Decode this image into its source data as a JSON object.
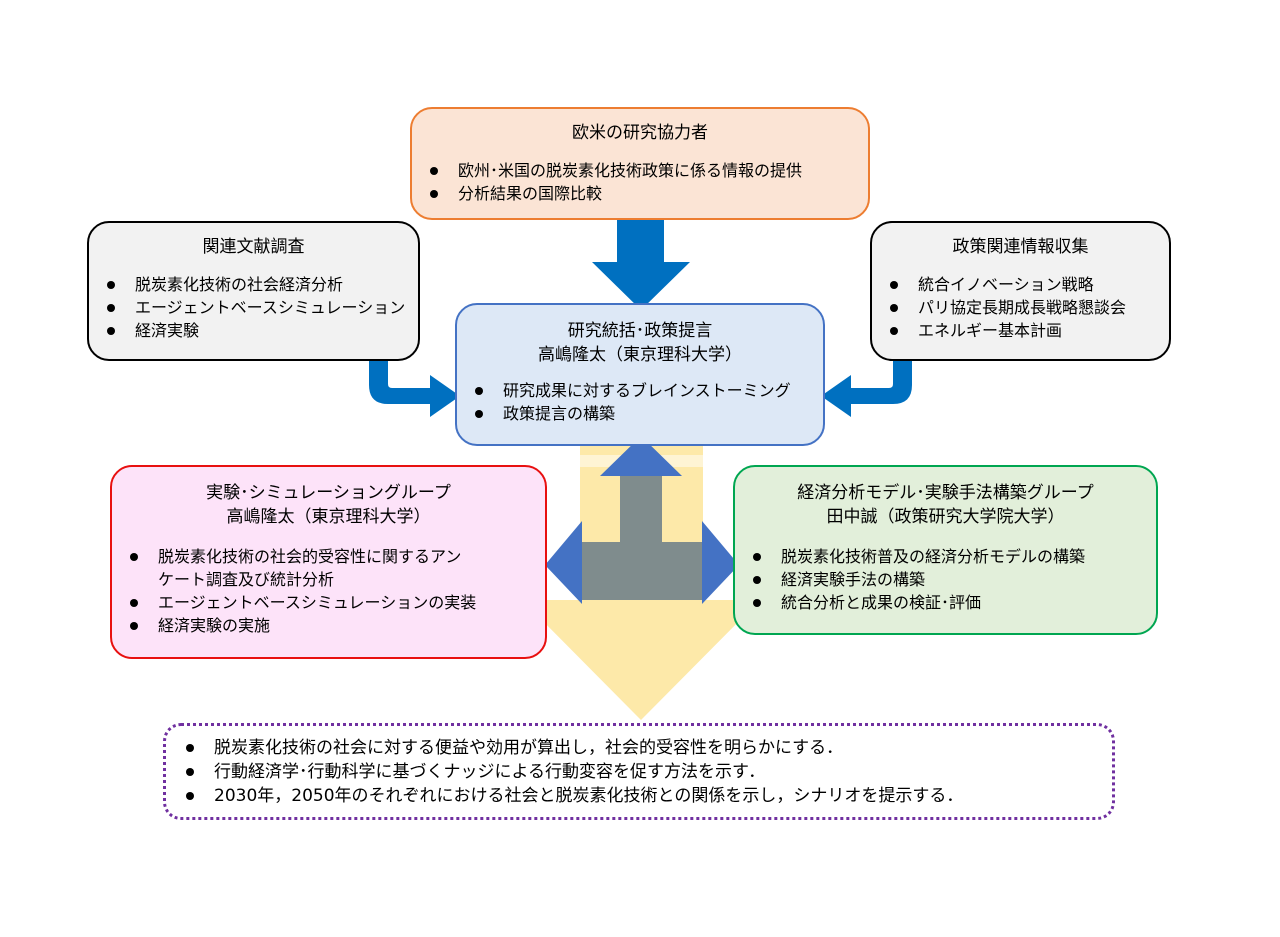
{
  "europe": {
    "title": "欧米の研究協力者",
    "items": [
      "欧州･米国の脱炭素化技術政策に係る情報の提供",
      "分析結果の国際比較"
    ]
  },
  "literature": {
    "title": "関連文献調査",
    "items": [
      "脱炭素化技術の社会経済分析",
      "エージェントベースシミュレーション",
      "経済実験"
    ]
  },
  "policy": {
    "title": "政策関連情報収集",
    "items": [
      "統合イノベーション戦略",
      "パリ協定長期成長戦略懇談会",
      "エネルギー基本計画"
    ]
  },
  "center": {
    "title": "研究統括･政策提言",
    "subtitle": "高嶋隆太（東京理科大学）",
    "items": [
      "研究成果に対するブレインストーミング",
      "政策提言の構築"
    ]
  },
  "experiment": {
    "title": "実験･シミュレーショングループ",
    "subtitle": "高嶋隆太（東京理科大学）",
    "items": [
      "脱炭素化技術の社会的受容性に関するアン\nケート調査及び統計分析",
      "エージェントベースシミュレーションの実装",
      "経済実験の実施"
    ]
  },
  "economics": {
    "title": "経済分析モデル･実験手法構築グループ",
    "subtitle": "田中誠（政策研究大学院大学）",
    "items": [
      "脱炭素化技術普及の経済分析モデルの構築",
      "経済実験手法の構築",
      "統合分析と成果の検証･評価"
    ]
  },
  "goals": {
    "items": [
      "脱炭素化技術の社会に対する便益や効用が算出し，社会的受容性を明らかにする．",
      "行動経済学･行動科学に基づくナッジによる行動変容を促す方法を示す．",
      "2030年，2050年のそれぞれにおける社会と脱炭素化技術との関係を示し，シナリオを提示する．"
    ]
  },
  "colors": {
    "arrow_blue": "#0070c0",
    "arrow_dark_blue": "#4472c4",
    "arrow_gray": "#7f8c8d",
    "arrow_yellow": "#fde9a9"
  }
}
